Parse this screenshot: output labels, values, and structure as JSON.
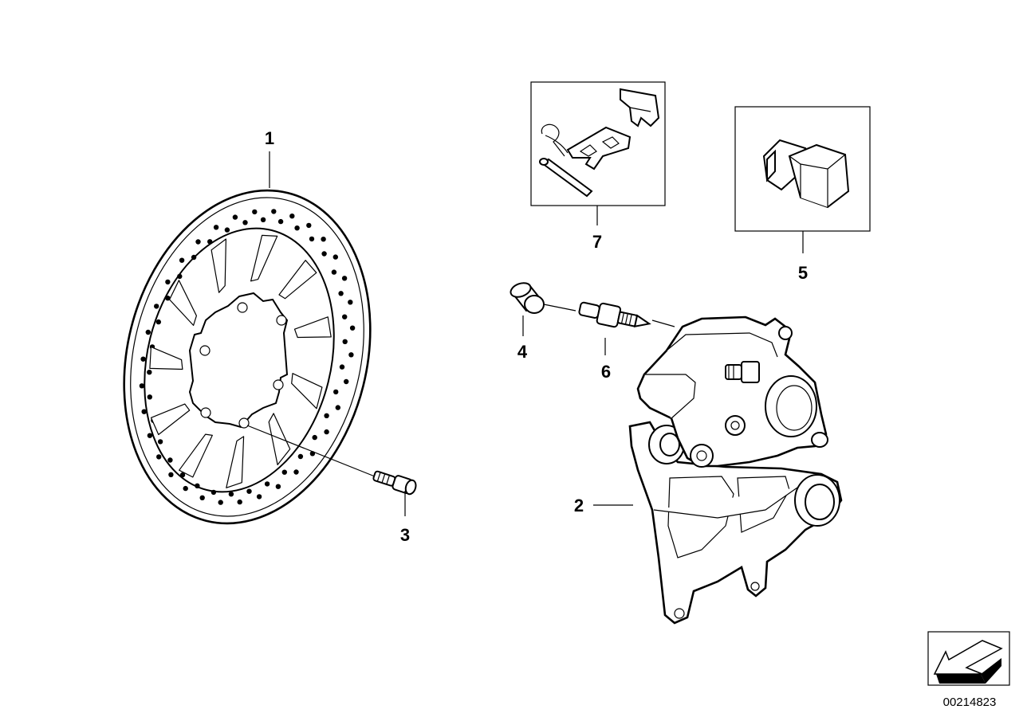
{
  "callouts": {
    "c1": "1",
    "c2": "2",
    "c3": "3",
    "c4": "4",
    "c5": "5",
    "c6": "6",
    "c7": "7"
  },
  "reference_number": "00214823",
  "icons": {
    "orientation": "arrow-orientation-icon",
    "brake_disc": "brake-disc-icon",
    "caliper": "brake-caliper-icon"
  },
  "colors": {
    "line": "#000000",
    "background": "#ffffff"
  }
}
